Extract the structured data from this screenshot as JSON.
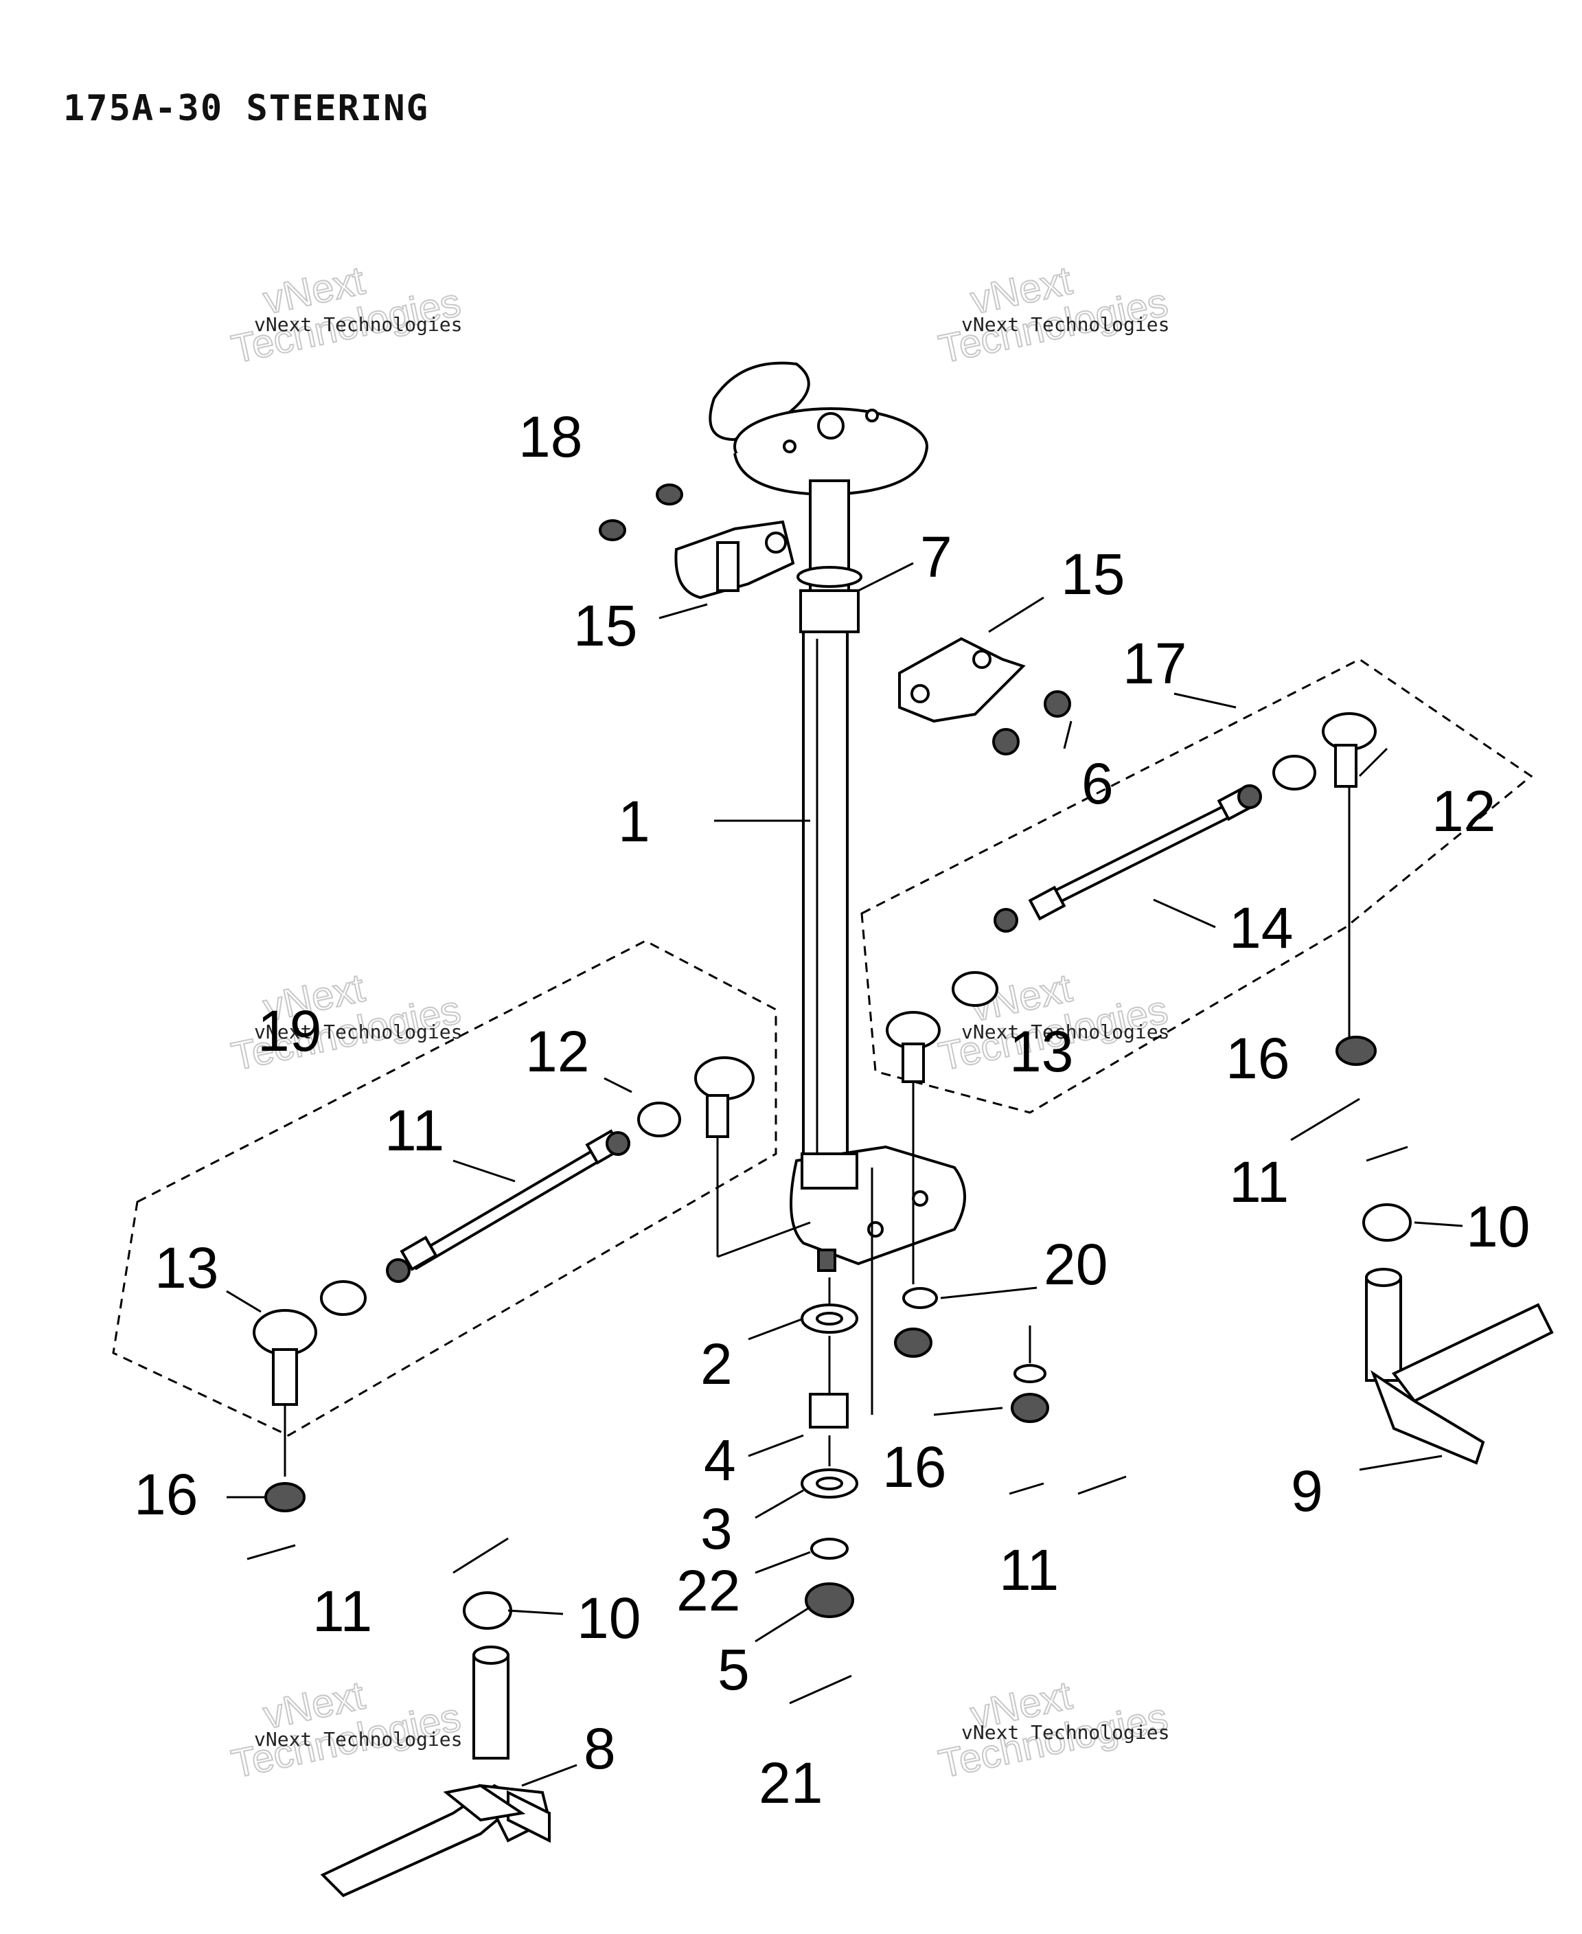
{
  "title": "175A-30 STEERING",
  "watermark": {
    "small": "vNext Technologies",
    "large_top": "vNext",
    "large_bottom": "Technologies"
  },
  "callouts": {
    "c1": "1",
    "c2": "2",
    "c3": "3",
    "c4": "4",
    "c5": "5",
    "c6": "6",
    "c7": "7",
    "c8": "8",
    "c9": "9",
    "c10a": "10",
    "c10b": "10",
    "c11a": "11",
    "c11b": "11",
    "c11c": "11",
    "c11d": "11",
    "c12a": "12",
    "c12b": "12",
    "c13a": "13",
    "c13b": "13",
    "c14": "14",
    "c15a": "15",
    "c15b": "15",
    "c16a": "16",
    "c16b": "16",
    "c16c": "16",
    "c17": "17",
    "c18": "18",
    "c19": "19",
    "c20": "20",
    "c21": "21",
    "c22": "22"
  }
}
